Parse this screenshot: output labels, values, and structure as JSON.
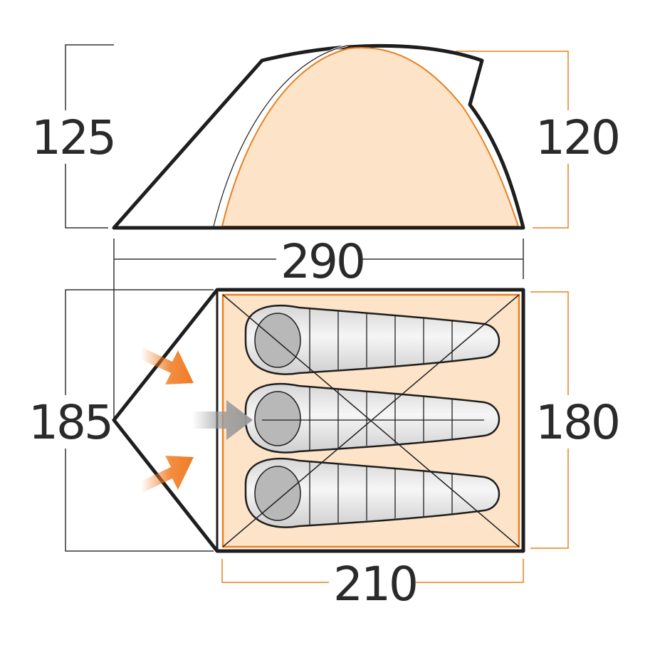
{
  "dimensions": {
    "outer_height": "125",
    "inner_height": "120",
    "total_length": "290",
    "outer_width": "185",
    "inner_width": "180",
    "inner_length": "210"
  },
  "sleeping_bags": 3,
  "entrances": [
    {
      "name": "left-upper-entrance",
      "color": "#f07a22"
    },
    {
      "name": "center-entrance",
      "color": "#9a9a9a"
    },
    {
      "name": "left-lower-entrance",
      "color": "#f07a22"
    }
  ],
  "colors": {
    "outline": "#1e1e1e",
    "inner_fill": "#fde3c8",
    "inner_stroke": "#e8801f",
    "dimension_line_outer": "#333333",
    "dimension_line_inner": "#e8801f",
    "bag_fill": "#e6e6e6",
    "bag_hood": "#b8b8b8",
    "arrow_orange": "#f07a22",
    "arrow_grey": "#9a9a9a"
  }
}
